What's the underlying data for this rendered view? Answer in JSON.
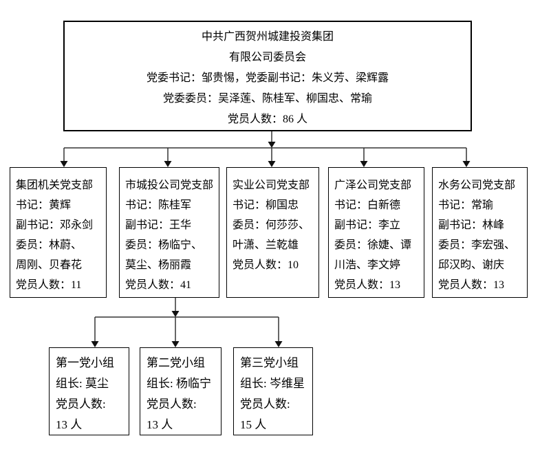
{
  "diagram": {
    "root": {
      "lines": [
        "中共广西贺州城建投资集团",
        "有限公司委员会",
        "党委书记：邹贵惕，党委副书记：朱义芳、梁辉露",
        "党委委员：吴泽莲、陈桂军、柳国忠、常瑜",
        "党员人数：86 人"
      ]
    },
    "branches": [
      {
        "title": "集团机关党支部",
        "lines": [
          "集团机关党支部",
          "书记：黄辉",
          "副书记：邓永剑",
          "委员：林蔚、",
          "周刚、贝春花",
          "党员人数：11"
        ]
      },
      {
        "title": "市城投公司党支部",
        "lines": [
          "市城投公司党支部",
          "书记：陈桂军",
          "副书记：王华",
          "委员：杨临宁、",
          "莫尘、杨丽霞",
          "党员人数：41"
        ]
      },
      {
        "title": "实业公司党支部",
        "lines": [
          "实业公司党支部",
          "书记：柳国忠",
          "委员：何莎莎、",
          "叶潇、兰乾雄",
          "党员人数：10"
        ]
      },
      {
        "title": "广泽公司党支部",
        "lines": [
          "广泽公司党支部",
          "书记：白新德",
          "副书记：李立",
          "委员：徐婕、谭",
          "川浩、李文婷",
          "党员人数：13"
        ]
      },
      {
        "title": "水务公司党支部",
        "lines": [
          "水务公司党支部",
          "书记：常瑜",
          "副书记：林峰",
          "委员：李宏强、",
          "邱汉昀、谢庆",
          "党员人数：13"
        ]
      }
    ],
    "groups": [
      {
        "title": "第一党小组",
        "lines": [
          "第一党小组",
          "组长: 莫尘",
          "党员人数:",
          "13 人"
        ]
      },
      {
        "title": "第二党小组",
        "lines": [
          "第二党小组",
          "组长: 杨临宁",
          "党员人数:",
          "13 人"
        ]
      },
      {
        "title": "第三党小组",
        "lines": [
          "第三党小组",
          "组长: 岑维星",
          "党员人数:",
          "15 人"
        ]
      }
    ],
    "colors": {
      "box_border": "#000000",
      "background": "#ffffff",
      "connector_line": "#333333",
      "arrow_fill": "#111111"
    }
  }
}
